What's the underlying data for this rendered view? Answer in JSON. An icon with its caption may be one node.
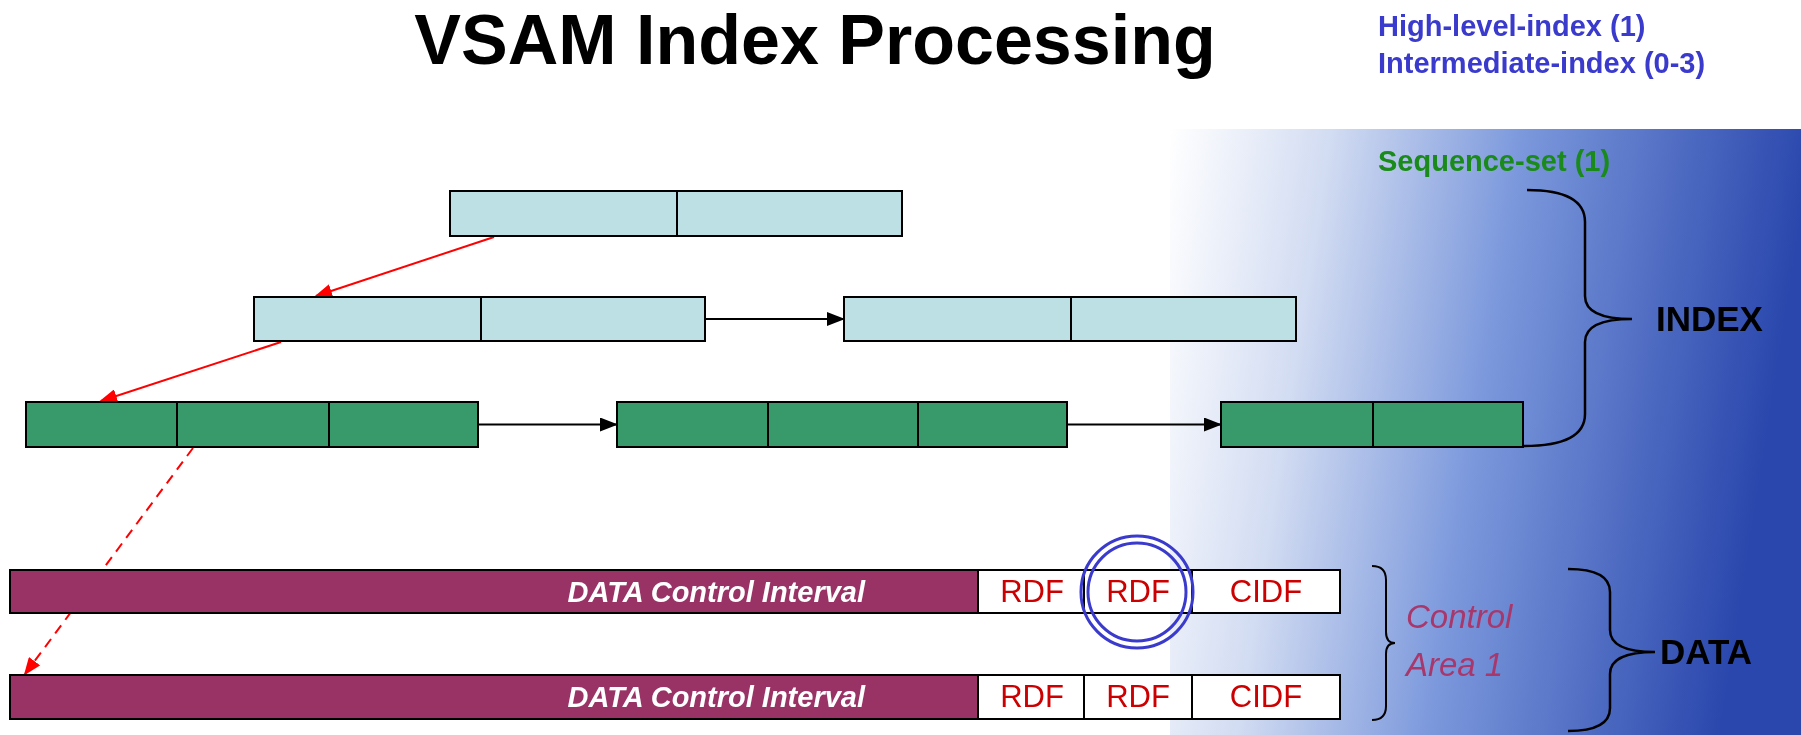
{
  "diagram": {
    "title": "VSAM Index Processing",
    "nodes": [
      {
        "text": [],
        "shape": "box"
      },
      {
        "text": [],
        "shape": "box"
      },
      {
        "text": [],
        "shape": "box"
      },
      {
        "text": [],
        "shape": "box"
      },
      {
        "text": [],
        "shape": "box"
      },
      {
        "text": [],
        "shape": "box"
      },
      {
        "text": [
          "DATA Control Interval"
        ]
      },
      {
        "text": [
          "RDF"
        ],
        "in": 6
      },
      {
        "text": [
          "RDF"
        ],
        "in": 6
      },
      {
        "text": [
          "CIDF"
        ],
        "in": 6
      },
      {
        "text": [
          "DATA Control Interval"
        ]
      },
      {
        "text": [
          "RDF"
        ],
        "in": 10
      },
      {
        "text": [
          "RDF"
        ],
        "in": 10
      },
      {
        "text": [
          "CIDF"
        ],
        "in": 10
      }
    ],
    "edges": [
      {
        "from": 0,
        "to": 1,
        "arrow": "to",
        "color": "#ff0000"
      },
      {
        "from": 1,
        "to": 2,
        "arrow": "to",
        "color": "#000000"
      },
      {
        "from": 1,
        "to": 3,
        "arrow": "to",
        "color": "#ff0000"
      },
      {
        "from": 3,
        "to": 4,
        "arrow": "to",
        "color": "#000000"
      },
      {
        "from": 4,
        "to": 5,
        "arrow": "to",
        "color": "#000000"
      },
      {
        "from": 3,
        "to": 10,
        "arrow": "to",
        "style": "dashed",
        "color": "#ff0000"
      }
    ],
    "labels": [
      "High-level-index (1)",
      "Intermediate-index (0-3)",
      "Sequence-set (1)",
      "INDEX",
      "Control Area 1",
      "DATA"
    ]
  }
}
